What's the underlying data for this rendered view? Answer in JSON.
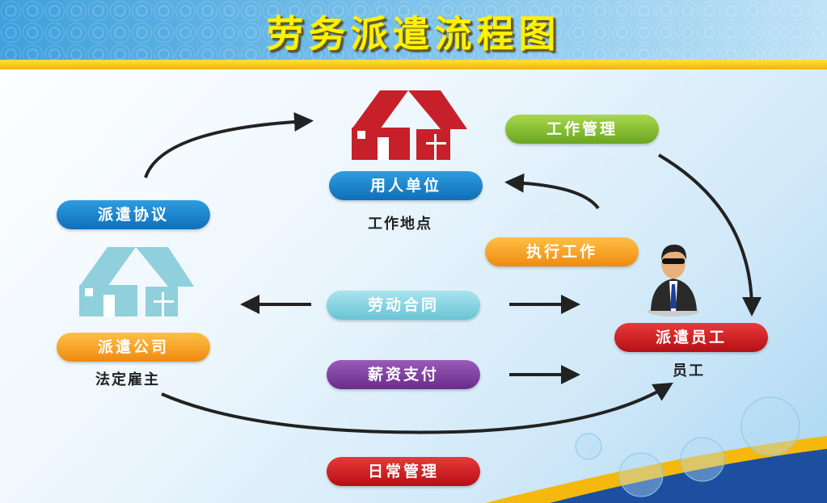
{
  "title": "劳务派遣流程图",
  "nodes": {
    "work_management": "工作管理",
    "employer_unit": "用人单位",
    "workplace": "工作地点",
    "dispatch_agreement": "派遣协议",
    "perform_work": "执行工作",
    "labor_contract": "劳动合同",
    "dispatch_company": "派遣公司",
    "legal_employer": "法定雇主",
    "dispatched_employee": "派遣员工",
    "employee": "员工",
    "salary_payment": "薪资支付",
    "daily_management": "日常管理"
  },
  "colors": {
    "title": "#fff200",
    "blue": "#1a82cc",
    "green": "#86bf32",
    "orange": "#f5a020",
    "teal": "#7fcfdc",
    "purple": "#7c3a9c",
    "red": "#cc1e24"
  }
}
